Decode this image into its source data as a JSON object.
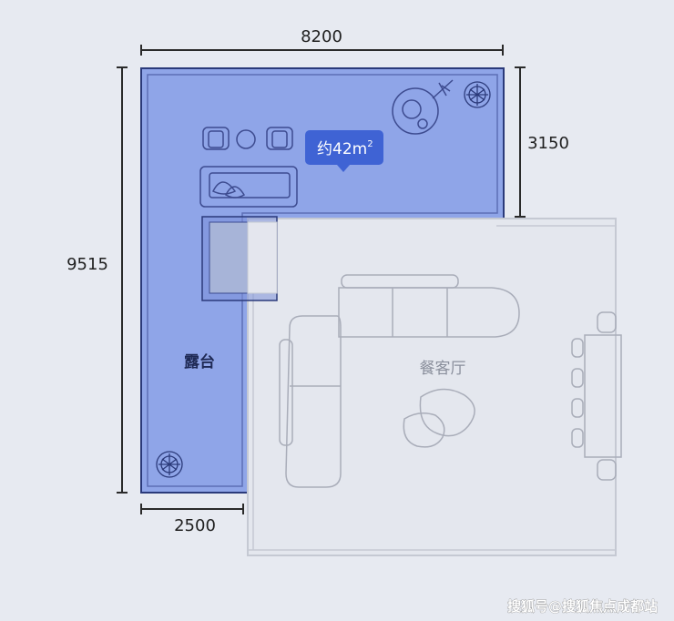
{
  "dimensions": {
    "top": "8200",
    "left": "9515",
    "right": "3150",
    "bottom": "2500"
  },
  "area_badge": {
    "prefix": "约42m",
    "superscript": "2"
  },
  "rooms": {
    "terrace": "露台",
    "living_dining": "餐客厅"
  },
  "watermark": "搜狐号@搜狐焦点成都站",
  "colors": {
    "background": "#e7eaf1",
    "terrace_fill": "#8fa5e8",
    "terrace_stroke": "#2b3a7a",
    "badge": "#3f63d4",
    "floor_overlay": "#e4e6ee",
    "furniture_stroke": "#a9adb9"
  }
}
